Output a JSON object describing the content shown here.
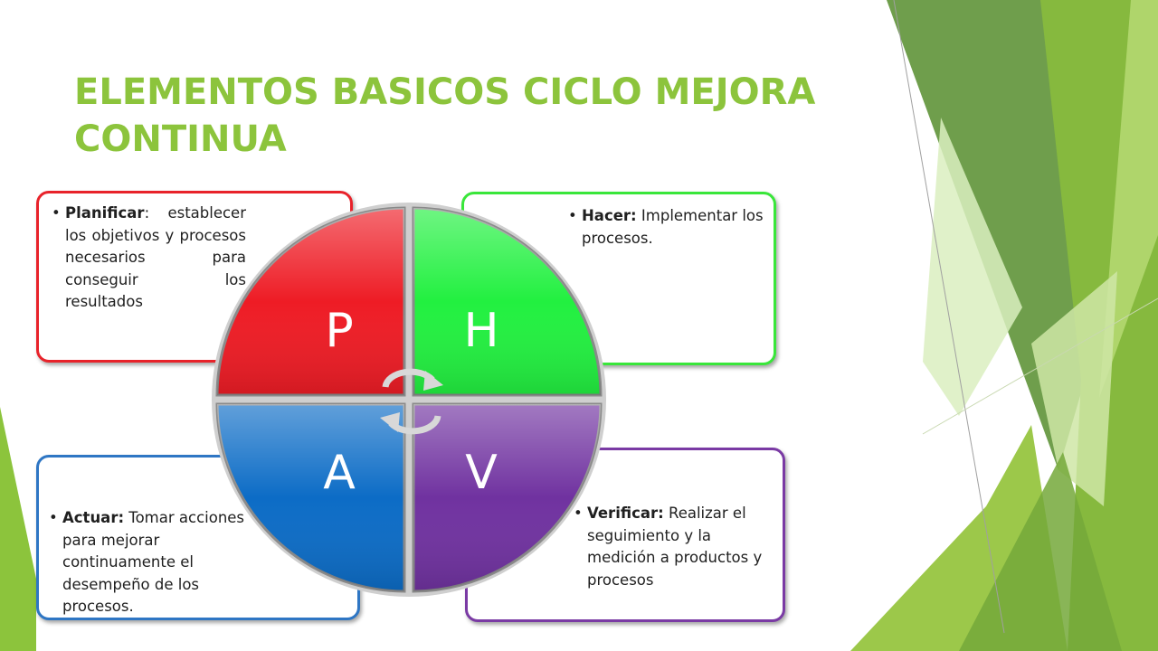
{
  "title": "ELEMENTOS BASICOS CICLO MEJORA CONTINUA",
  "colors": {
    "title": "#8cc43c",
    "planificar": "#ee1c25",
    "hacer": "#22f040",
    "actuar": "#0c6cc6",
    "verificar": "#7032a0",
    "background_accent": "#8cc43c"
  },
  "quadrants": {
    "p": {
      "letter": "P",
      "term": "Planificar",
      "description": ": establecer los objetivos y procesos necesarios para conseguir los resultados"
    },
    "h": {
      "letter": "H",
      "term": "Hacer:",
      "description": " Implementar los procesos."
    },
    "a": {
      "letter": "A",
      "term": "Actuar:",
      "description": " Tomar acciones para mejorar continuamente el desempeño de los procesos."
    },
    "v": {
      "letter": "V",
      "term": "Verificar:",
      "description": " Realizar el seguimiento y la medición a productos y procesos"
    }
  },
  "icons": [
    "cycle-arrow-icon",
    "bullet-icon"
  ]
}
